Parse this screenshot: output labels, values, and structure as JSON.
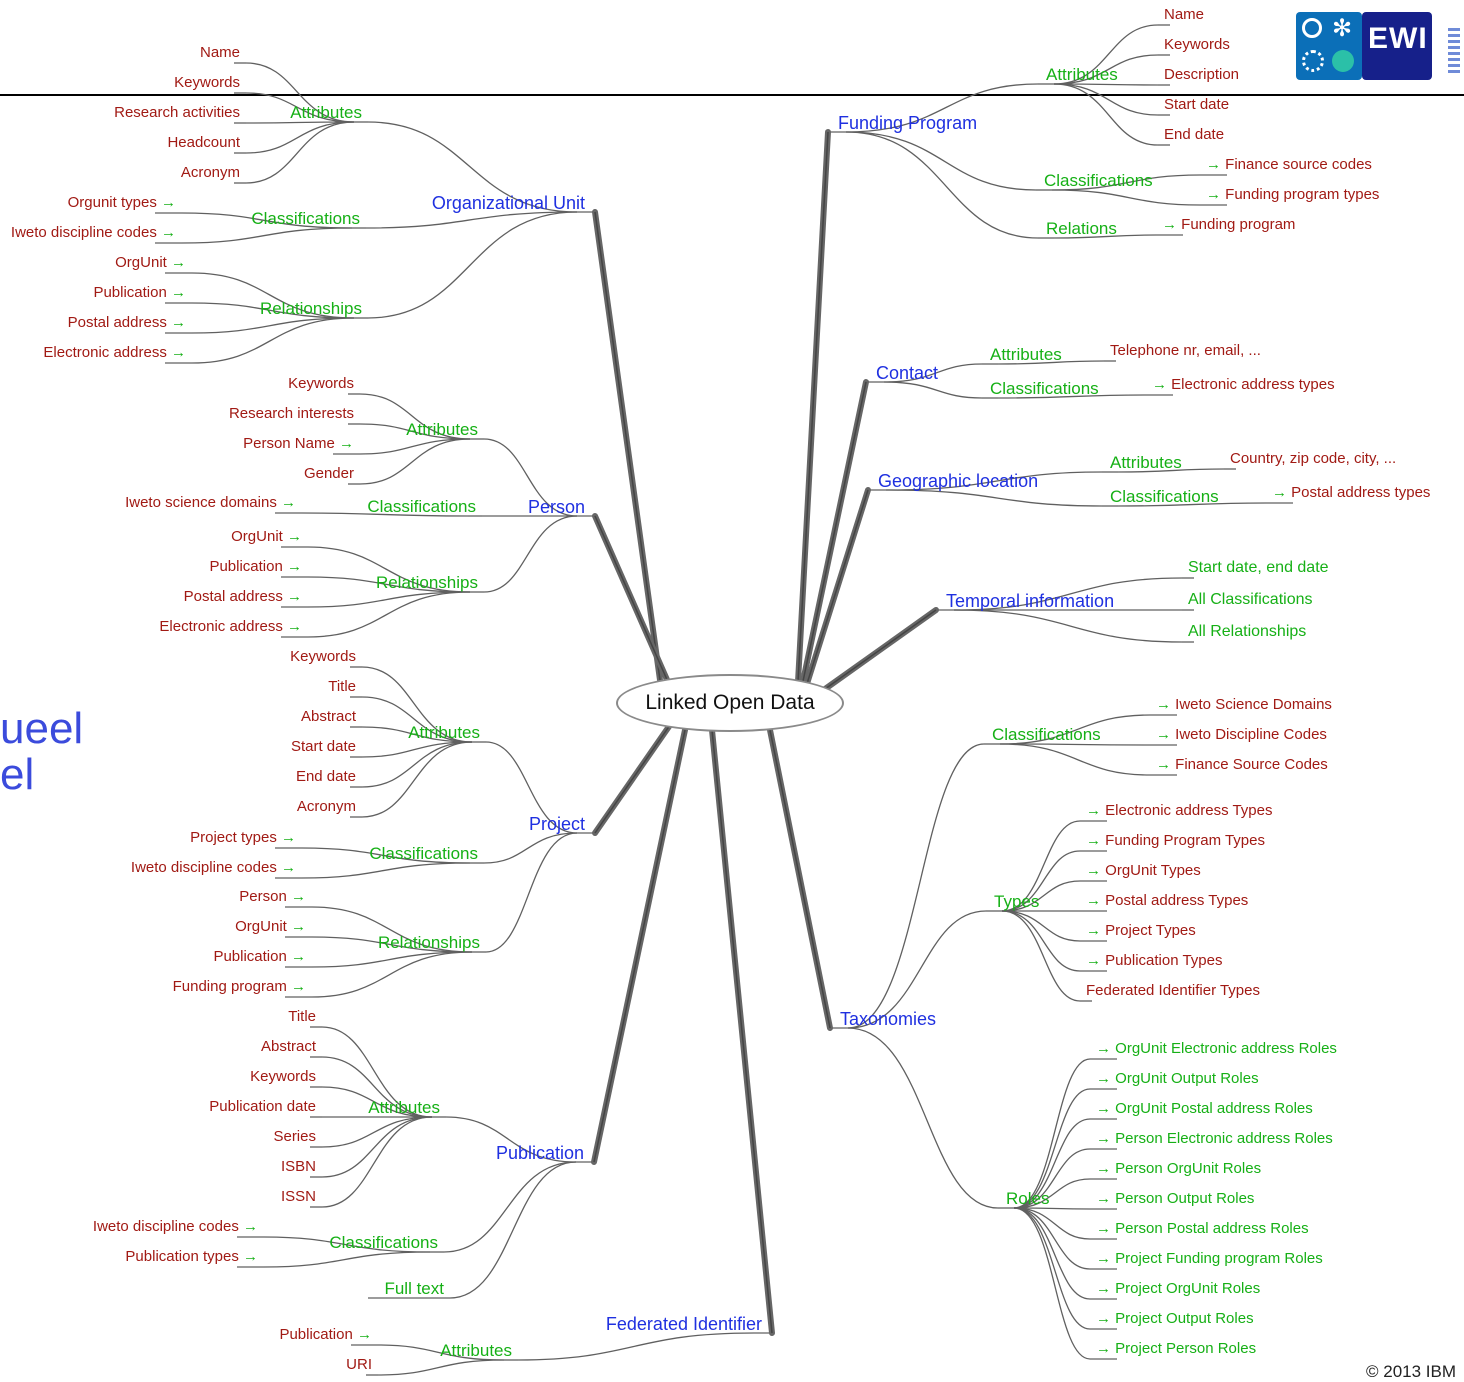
{
  "center": "Linked Open Data",
  "side_text": [
    "ueel",
    "el"
  ],
  "copyright": "© 2013 IBM",
  "logo_text": "EWI",
  "colors": {
    "topic": "#1f30e0",
    "category": "#16b016",
    "leaf": "#a11a14",
    "branch": "#606060"
  },
  "topics": {
    "org_unit": {
      "title": "Organizational Unit",
      "attributes": {
        "label": "Attributes",
        "items": [
          "Name",
          "Keywords",
          "Research activities",
          "Headcount",
          "Acronym"
        ]
      },
      "classifications": {
        "label": "Classifications",
        "items": [
          "Orgunit types",
          "Iweto discipline codes"
        ]
      },
      "relationships": {
        "label": "Relationships",
        "items": [
          "OrgUnit",
          "Publication",
          "Postal address",
          "Electronic address"
        ]
      }
    },
    "person": {
      "title": "Person",
      "attributes": {
        "label": "Attributes",
        "items": [
          "Keywords",
          "Research interests",
          "Person Name",
          "Gender"
        ]
      },
      "classifications": {
        "label": "Classifications",
        "items": [
          "Iweto science domains"
        ]
      },
      "relationships": {
        "label": "Relationships",
        "items": [
          "OrgUnit",
          "Publication",
          "Postal address",
          "Electronic address"
        ]
      }
    },
    "project": {
      "title": "Project",
      "attributes": {
        "label": "Attributes",
        "items": [
          "Keywords",
          "Title",
          "Abstract",
          "Start date",
          "End date",
          "Acronym"
        ]
      },
      "classifications": {
        "label": "Classifications",
        "items": [
          "Project types",
          "Iweto discipline codes"
        ]
      },
      "relationships": {
        "label": "Relationships",
        "items": [
          "Person",
          "OrgUnit",
          "Publication",
          "Funding program"
        ]
      }
    },
    "publication": {
      "title": "Publication",
      "attributes": {
        "label": "Attributes",
        "items": [
          "Title",
          "Abstract",
          "Keywords",
          "Publication date",
          "Series",
          "ISBN",
          "ISSN"
        ]
      },
      "classifications": {
        "label": "Classifications",
        "items": [
          "Iweto discipline codes",
          "Publication types"
        ]
      },
      "full_text": "Full text"
    },
    "federated": {
      "title": "Federated Identifier",
      "attributes": {
        "label": "Attributes",
        "items": [
          "Publication",
          "URI"
        ]
      }
    },
    "funding": {
      "title": "Funding Program",
      "attributes": {
        "label": "Attributes",
        "items": [
          "Name",
          "Keywords",
          "Description",
          "Start date",
          "End date"
        ]
      },
      "classifications": {
        "label": "Classifications",
        "items": [
          "Finance source codes",
          "Funding program types"
        ]
      },
      "relations": {
        "label": "Relations",
        "items": [
          "Funding program"
        ]
      }
    },
    "contact": {
      "title": "Contact",
      "attributes": {
        "label": "Attributes",
        "items": [
          "Telephone nr, email, ..."
        ]
      },
      "classifications": {
        "label": "Classifications",
        "items": [
          "Electronic address types"
        ]
      }
    },
    "geo": {
      "title": "Geographic location",
      "attributes": {
        "label": "Attributes",
        "items": [
          "Country, zip code, city, ..."
        ]
      },
      "classifications": {
        "label": "Classifications",
        "items": [
          "Postal address types"
        ]
      }
    },
    "temporal": {
      "title": "Temporal information",
      "items": [
        "Start date, end date",
        "All Classifications",
        "All Relationships"
      ]
    },
    "taxonomies": {
      "title": "Taxonomies",
      "classifications": {
        "label": "Classifications",
        "items": [
          "Iweto Science Domains",
          "Iweto Discipline Codes",
          "Finance Source Codes"
        ]
      },
      "types": {
        "label": "Types",
        "items": [
          "Electronic address Types",
          "Funding Program Types",
          "OrgUnit Types",
          "Postal address Types",
          "Project Types",
          "Publication Types",
          "Federated Identifier Types"
        ]
      },
      "roles": {
        "label": "Roles",
        "items": [
          "OrgUnit Electronic address Roles",
          "OrgUnit Output Roles",
          "OrgUnit Postal address Roles",
          "Person Electronic address Roles",
          "Person OrgUnit Roles",
          "Person Output Roles",
          "Person Postal address Roles",
          "Project Funding program Roles",
          "Project OrgUnit Roles",
          "Project Output Roles",
          "Project Person Roles"
        ]
      }
    }
  }
}
